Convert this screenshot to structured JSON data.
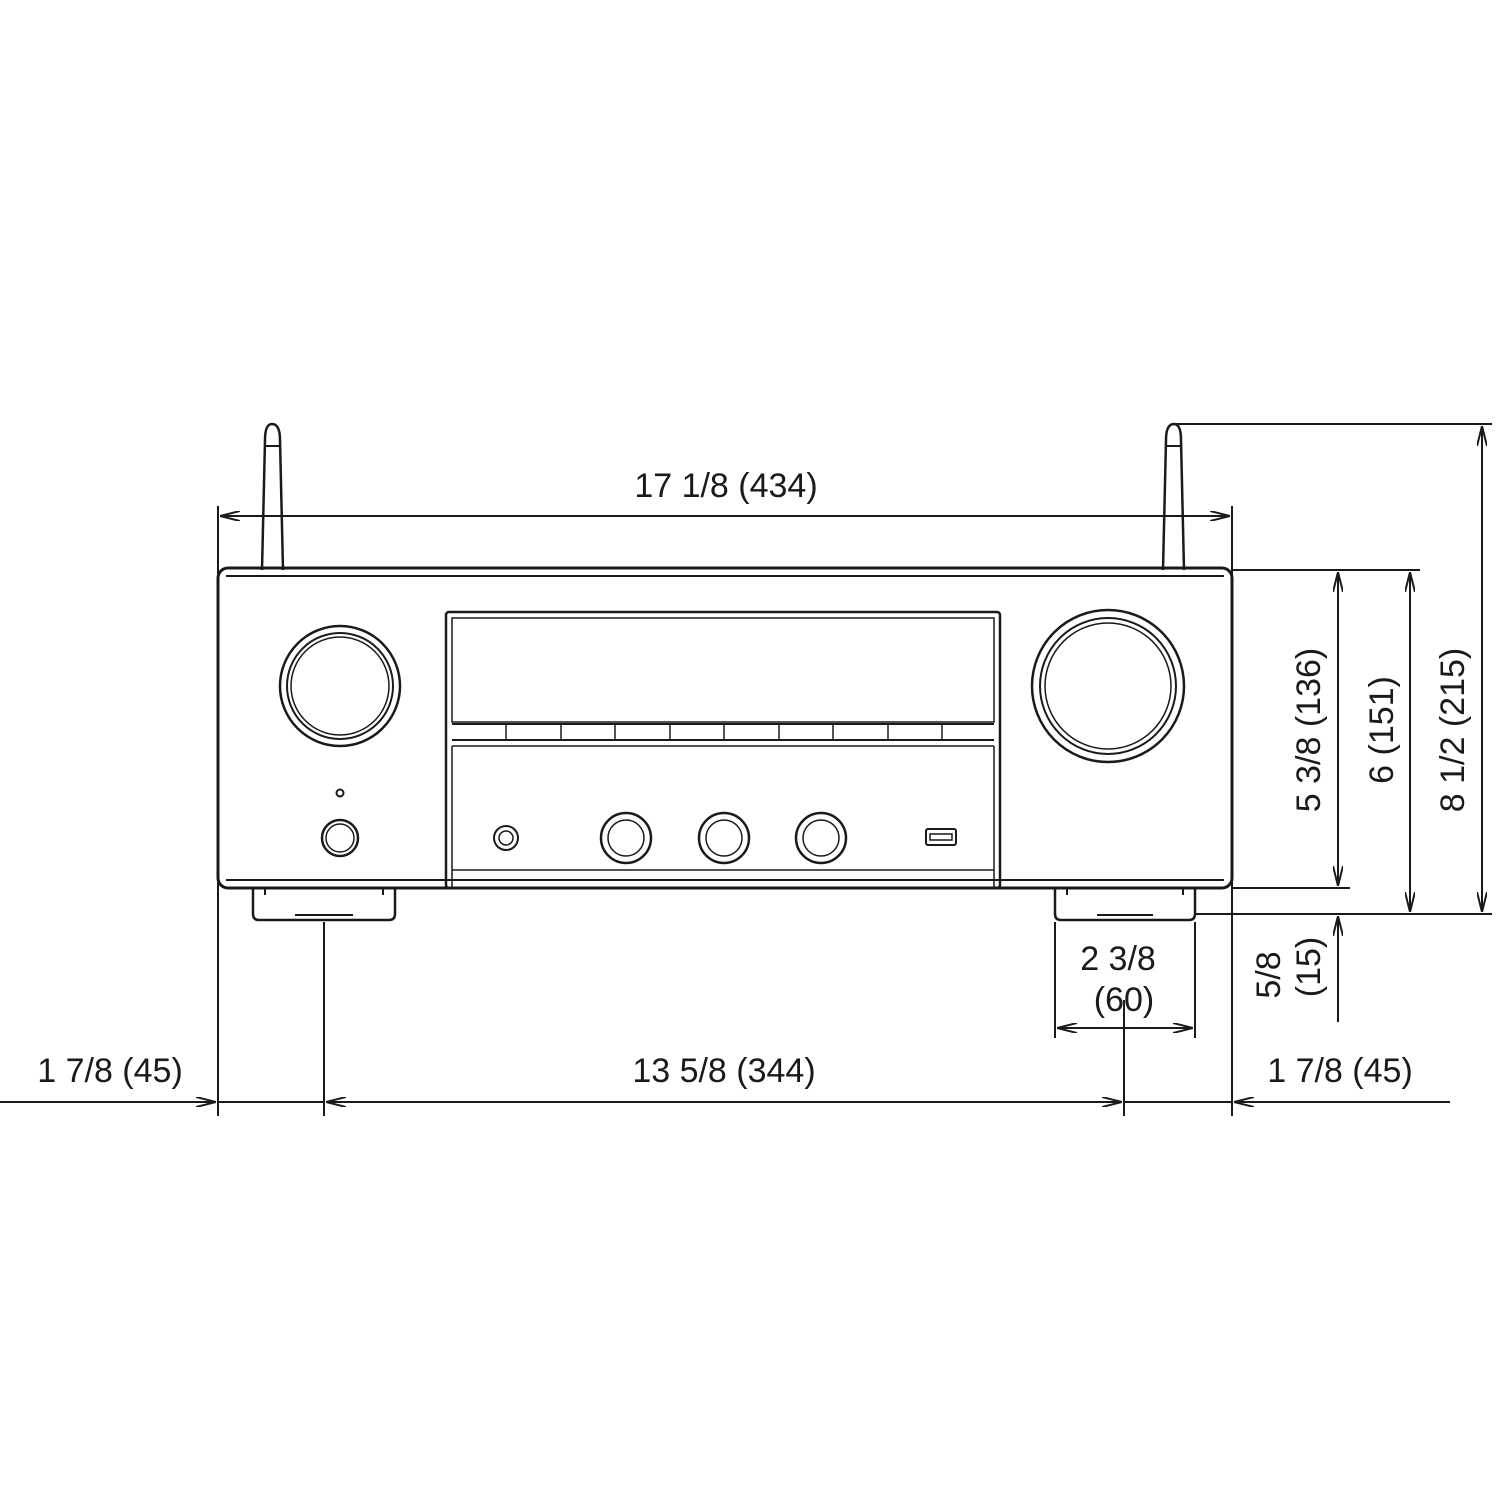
{
  "drawing": {
    "type": "front-view dimension drawing",
    "line_color": "#1a1a1a",
    "background_color": "#ffffff"
  },
  "dimensions": {
    "overall_width": "17 1/8 (434)",
    "foot_span": "13 5/8 (344)",
    "left_offset": "1 7/8 (45)",
    "right_offset": "1 7/8 (45)",
    "foot_width_line1": "2 3/8",
    "foot_width_line2": "(60)",
    "body_height": "5 3/8 (136)",
    "height_with_feet": "6 (151)",
    "height_with_antenna": "8 1/2 (215)",
    "foot_height_line1": "5/8",
    "foot_height_line2": "(15)"
  }
}
